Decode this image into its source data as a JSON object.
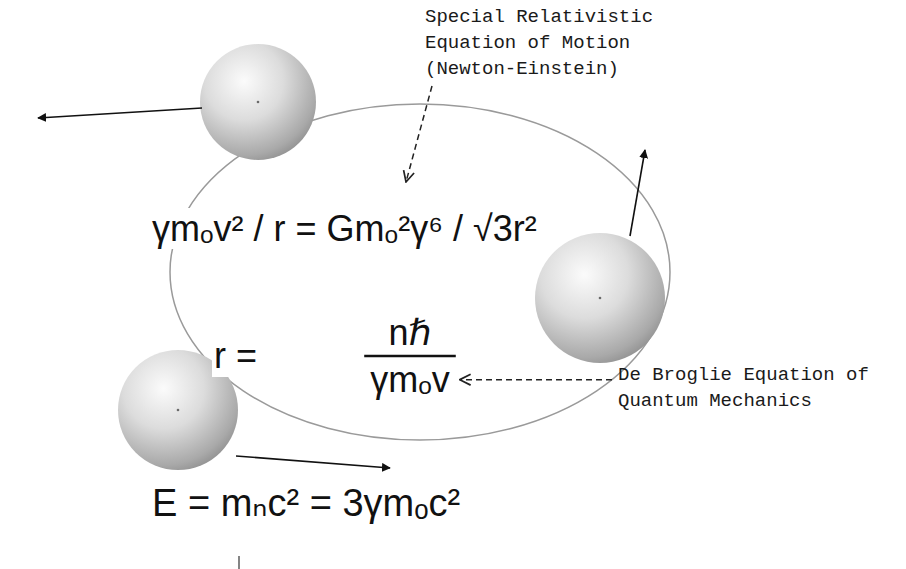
{
  "diagram": {
    "labels": [
      "Special Relativistic Equation of Motion (Newton-Einstein)",
      "γmₒv² / r = Gmₒ²γ⁶ / √3r²",
      "r =",
      "nℏ",
      "γmₒv",
      "De Broglie Equation of Quantum Mechanics",
      "E = mₙc² = 3γmₒc²"
    ]
  }
}
